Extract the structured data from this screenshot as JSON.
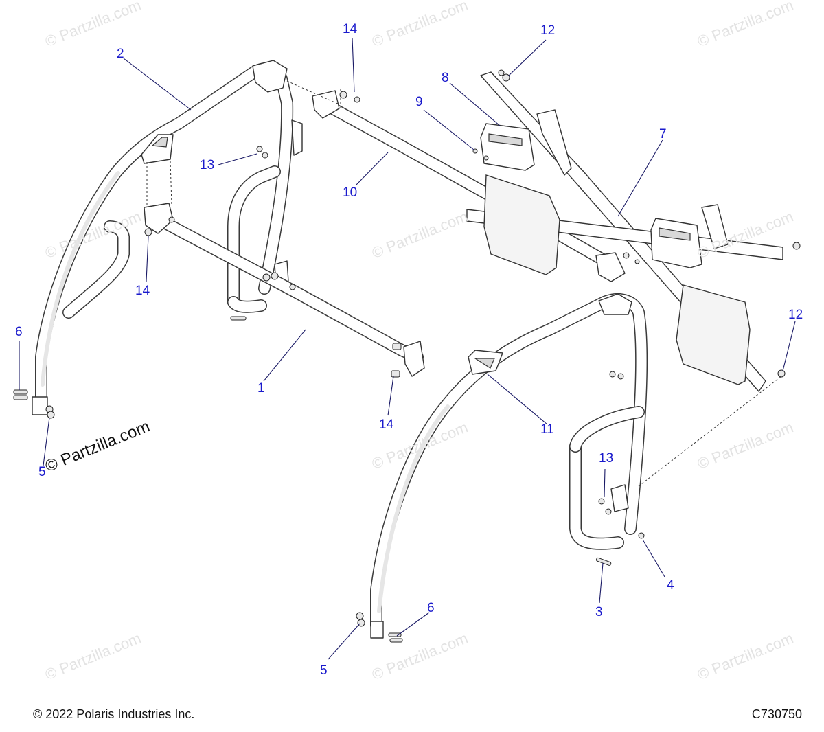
{
  "watermarks": {
    "text": "© Partzilla.com",
    "prominent_text": "© Partzilla.com"
  },
  "callouts": [
    {
      "id": "c2",
      "label": "2"
    },
    {
      "id": "c14a",
      "label": "14"
    },
    {
      "id": "c12a",
      "label": "12"
    },
    {
      "id": "c8",
      "label": "8"
    },
    {
      "id": "c9",
      "label": "9"
    },
    {
      "id": "c7",
      "label": "7"
    },
    {
      "id": "c13a",
      "label": "13"
    },
    {
      "id": "c10",
      "label": "10"
    },
    {
      "id": "c14b",
      "label": "14"
    },
    {
      "id": "c6a",
      "label": "6"
    },
    {
      "id": "c1",
      "label": "1"
    },
    {
      "id": "c14c",
      "label": "14"
    },
    {
      "id": "c5a",
      "label": "5"
    },
    {
      "id": "c11",
      "label": "11"
    },
    {
      "id": "c12b",
      "label": "12"
    },
    {
      "id": "c13b",
      "label": "13"
    },
    {
      "id": "c4",
      "label": "4"
    },
    {
      "id": "c3",
      "label": "3"
    },
    {
      "id": "c6b",
      "label": "6"
    },
    {
      "id": "c5b",
      "label": "5"
    }
  ],
  "footer": {
    "copyright": "© 2022 Polaris Industries Inc.",
    "diagram_code": "C730750"
  },
  "colors": {
    "callout": "#1a1acc",
    "line": "#333333",
    "watermark": "#e3e3e3"
  }
}
